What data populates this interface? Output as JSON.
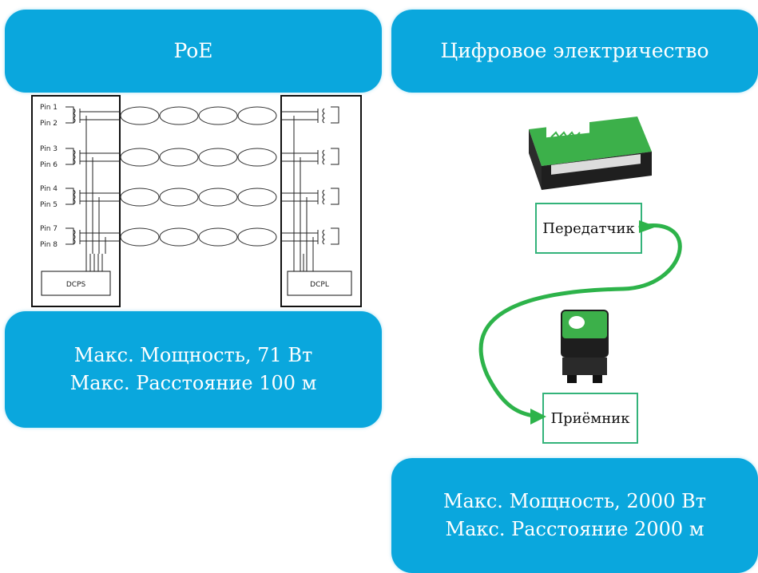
{
  "poe": {
    "title": "PoE",
    "pins": [
      "Pin 1",
      "Pin 2",
      "Pin 3",
      "Pin 6",
      "Pin 4",
      "Pin 5",
      "Pin 7",
      "Pin 8"
    ],
    "source_label": "DCPS",
    "load_label": "DCPL",
    "specs": [
      "Макс. Мощность, 71 Вт",
      "Макс. Расстояние 100 м"
    ]
  },
  "digital": {
    "title": "Цифровое электричество",
    "transmitter_label": "Передатчик",
    "receiver_label": "Приёмник",
    "specs": [
      "Макс. Мощность, 2000 Вт",
      "Макс. Расстояние 2000 м"
    ]
  },
  "colors": {
    "card": "#0aa7dd",
    "cable": "#2db34a",
    "box_border": "#33b37a"
  }
}
